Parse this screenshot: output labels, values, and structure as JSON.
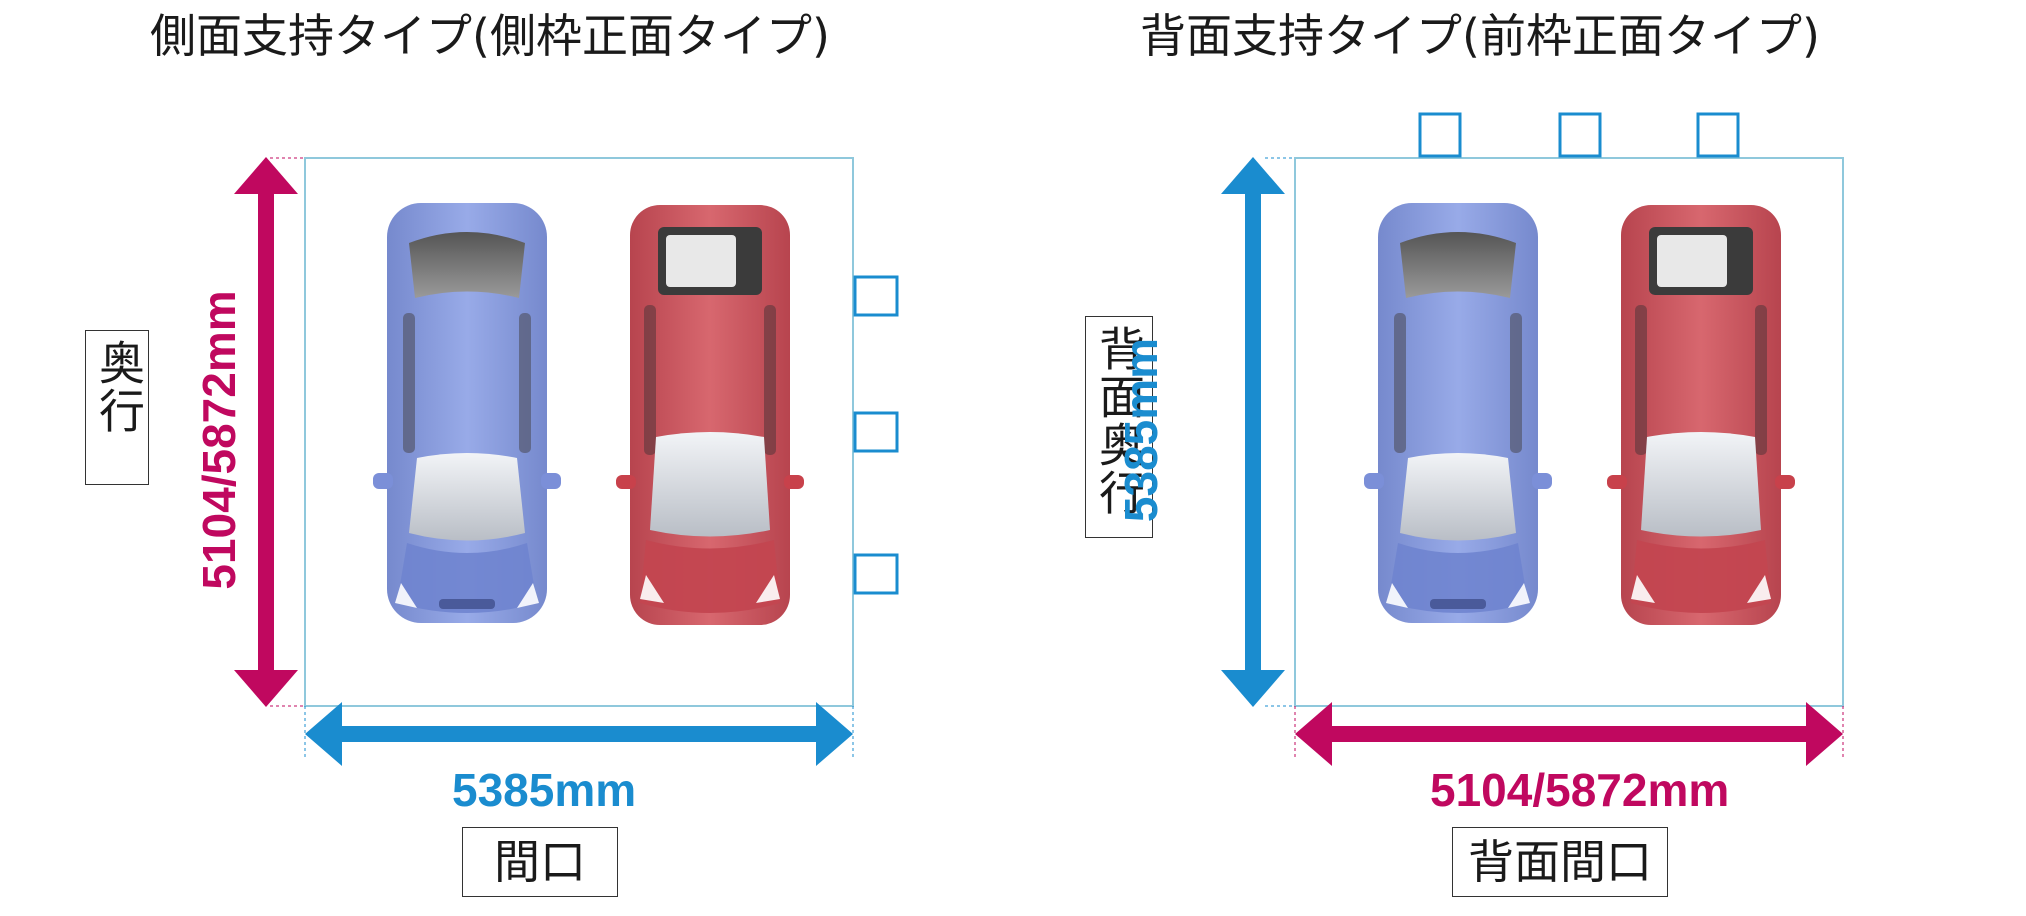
{
  "left_panel": {
    "title": "側面支持タイプ(側枠正面タイプ)",
    "depth_label": "奥行",
    "depth_dim": "5104/5872mm",
    "width_dim": "5385mm",
    "frontage_label": "間口"
  },
  "right_panel": {
    "title": "背面支持タイプ(前枠正面タイプ)",
    "depth_label": "背面奥行",
    "depth_dim": "5385mm",
    "width_dim": "5104/5872mm",
    "frontage_label": "背面間口"
  },
  "colors": {
    "magenta": "#c0085f",
    "blue": "#1a8ccf",
    "car_blue": "#7b8fd8",
    "car_red": "#c8414b"
  }
}
